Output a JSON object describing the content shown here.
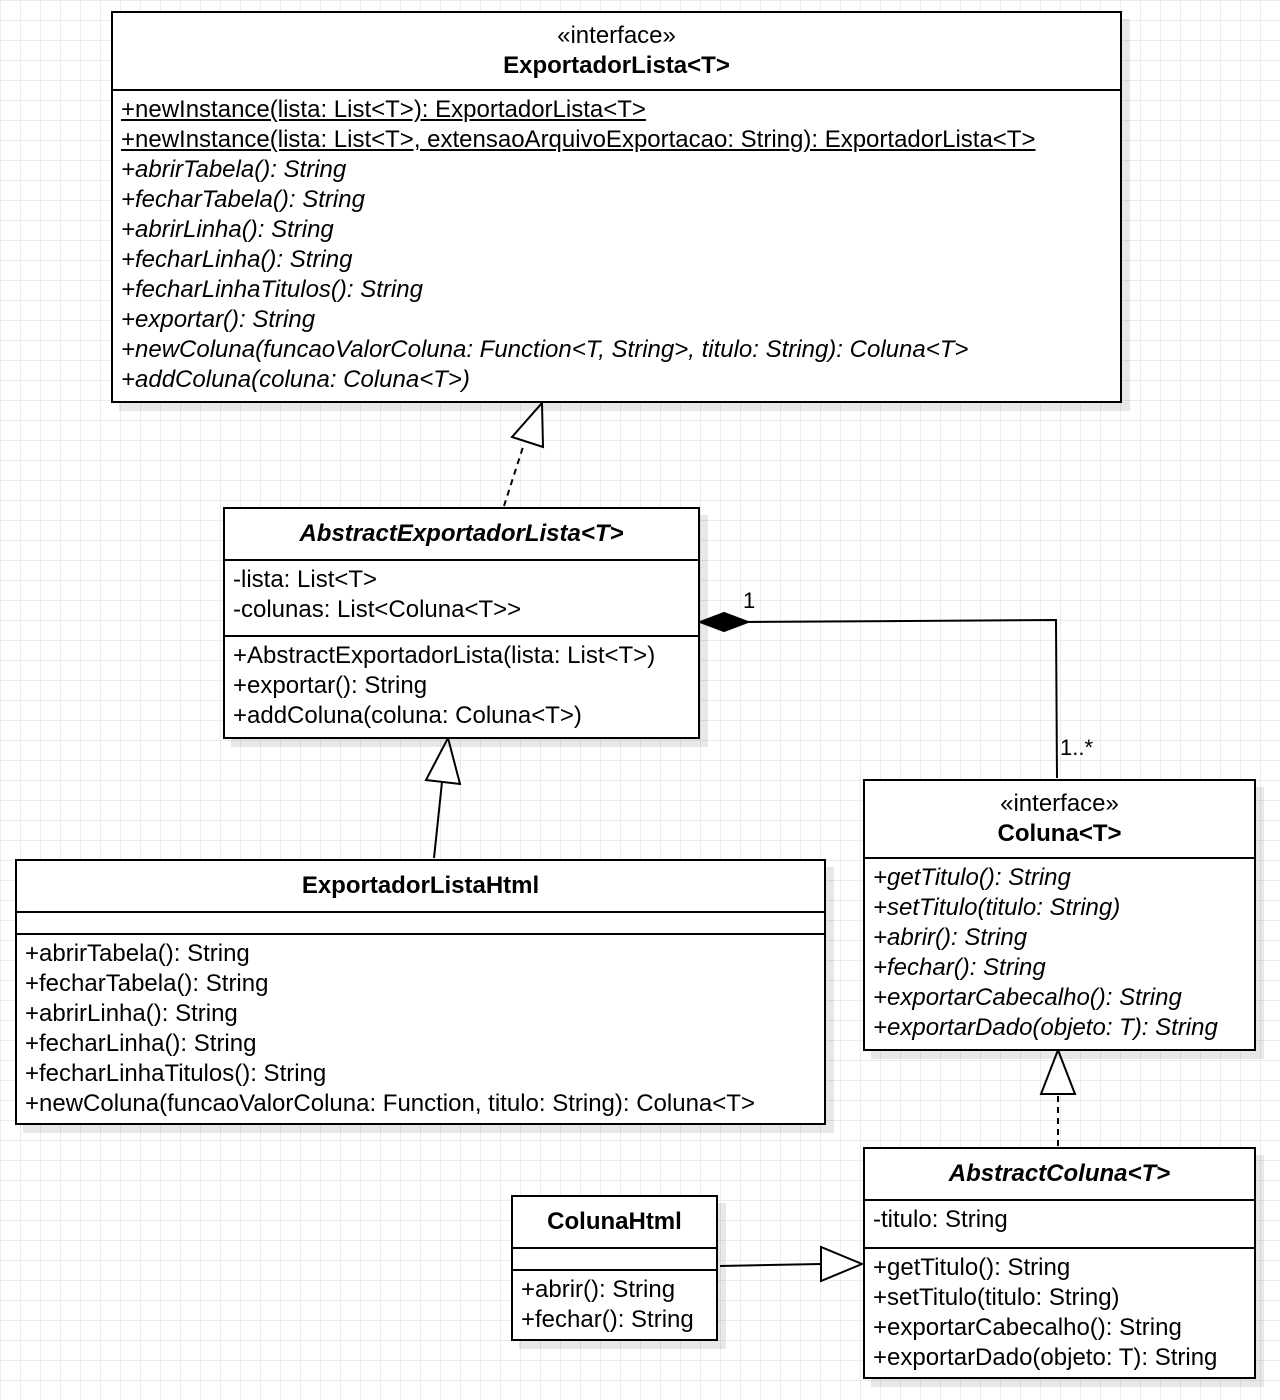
{
  "classes": {
    "exportador_lista": {
      "stereotype": "«interface»",
      "name": "ExportadorLista<T>",
      "methods": [
        {
          "text": "+newInstance(lista: List<T>): ExportadorLista<T>",
          "style": "static"
        },
        {
          "text": "+newInstance(lista: List<T>, extensaoArquivoExportacao: String): ExportadorLista<T>",
          "style": "static"
        },
        {
          "text": "+abrirTabela(): String",
          "style": "abstract"
        },
        {
          "text": "+fecharTabela(): String",
          "style": "abstract"
        },
        {
          "text": "+abrirLinha(): String",
          "style": "abstract"
        },
        {
          "text": "+fecharLinha(): String",
          "style": "abstract"
        },
        {
          "text": "+fecharLinhaTitulos(): String",
          "style": "abstract"
        },
        {
          "text": "+exportar(): String",
          "style": "abstract"
        },
        {
          "text": "+newColuna(funcaoValorColuna: Function<T, String>, titulo: String): Coluna<T>",
          "style": "abstract"
        },
        {
          "text": "+addColuna(coluna: Coluna<T>)",
          "style": "abstract"
        }
      ]
    },
    "abstract_exportador_lista": {
      "name": "AbstractExportadorLista<T>",
      "attributes": [
        "-lista: List<T>",
        "-colunas: List<Coluna<T>>"
      ],
      "methods": [
        "+AbstractExportadorLista(lista: List<T>)",
        "+exportar(): String",
        "+addColuna(coluna: Coluna<T>)"
      ]
    },
    "exportador_lista_html": {
      "name": "ExportadorListaHtml",
      "methods": [
        "+abrirTabela(): String",
        "+fecharTabela(): String",
        "+abrirLinha(): String",
        "+fecharLinha(): String",
        "+fecharLinhaTitulos(): String",
        "+newColuna(funcaoValorColuna: Function, titulo: String): Coluna<T>"
      ]
    },
    "coluna": {
      "stereotype": "«interface»",
      "name": "Coluna<T>",
      "methods": [
        "+getTitulo(): String",
        "+setTitulo(titulo: String)",
        "+abrir(): String",
        "+fechar(): String",
        "+exportarCabecalho(): String",
        "+exportarDado(objeto: T): String"
      ]
    },
    "abstract_coluna": {
      "name": "AbstractColuna<T>",
      "attributes": [
        "-titulo: String"
      ],
      "methods": [
        "+getTitulo(): String",
        "+setTitulo(titulo: String)",
        "+exportarCabecalho(): String",
        "+exportarDado(objeto: T): String"
      ]
    },
    "coluna_html": {
      "name": "ColunaHtml",
      "methods": [
        "+abrir(): String",
        "+fechar(): String"
      ]
    }
  },
  "associations": {
    "composition": {
      "source_multiplicity": "1",
      "target_multiplicity": "1..*"
    }
  }
}
